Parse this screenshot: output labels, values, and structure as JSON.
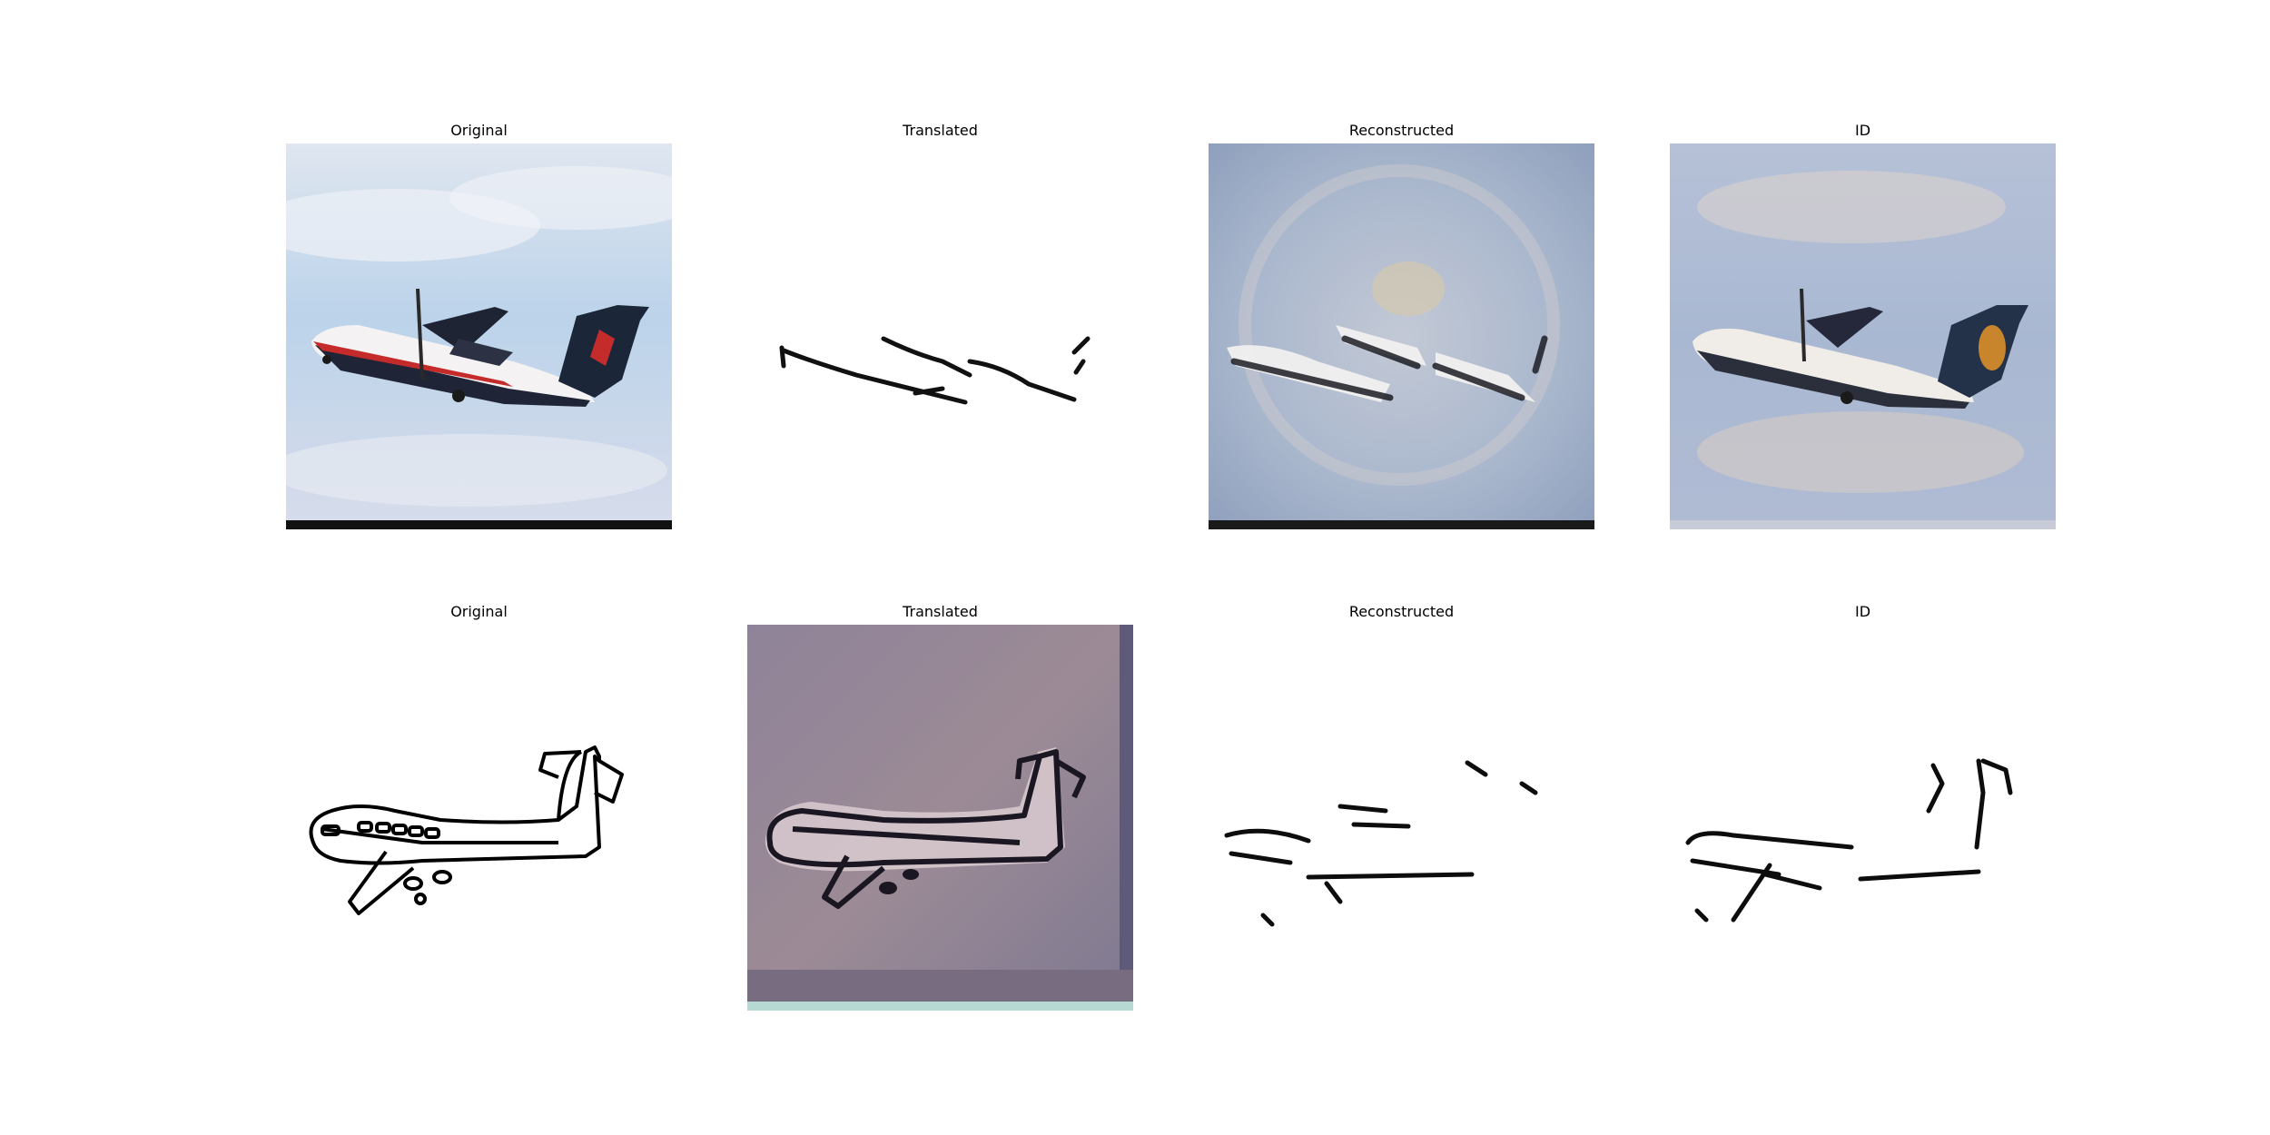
{
  "rows": [
    {
      "panels": [
        {
          "title": "Original",
          "image": "photo of an America West Express turboprop aircraft climbing against a blue sky"
        },
        {
          "title": "Translated",
          "image": "sparse black line sketch of an aircraft on white"
        },
        {
          "title": "Reconstructed",
          "image": "blurry generated photo of an aircraft on blue-grey background"
        },
        {
          "title": "ID",
          "image": "blurry generated photo of the turboprop aircraft"
        }
      ]
    },
    {
      "panels": [
        {
          "title": "Original",
          "image": "black outline line drawing of an airplane on white"
        },
        {
          "title": "Translated",
          "image": "generated photo-like airplane on mauve background"
        },
        {
          "title": "Reconstructed",
          "image": "fragmented black strokes of an airplane sketch"
        },
        {
          "title": "ID",
          "image": "fragmented black strokes of an airplane sketch"
        }
      ]
    }
  ]
}
